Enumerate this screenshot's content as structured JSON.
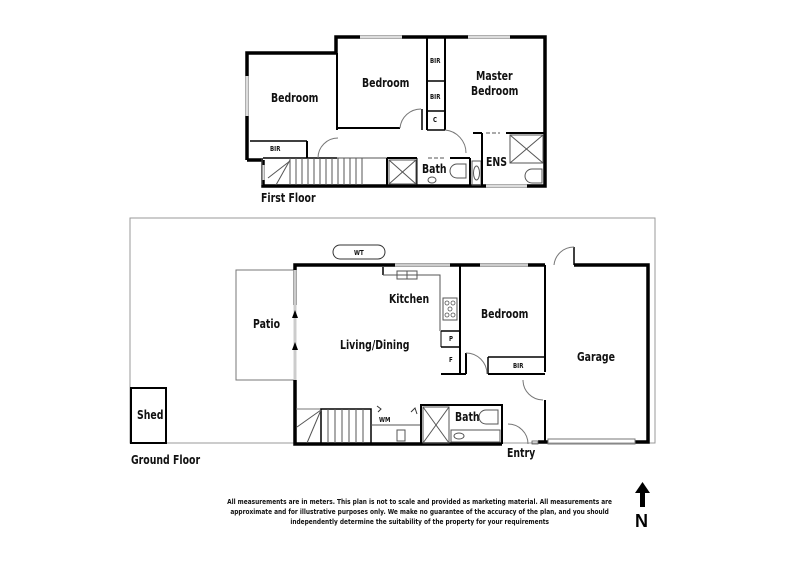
{
  "first_floor": {
    "title": "First Floor",
    "rooms": {
      "bedroom_left": "Bedroom",
      "bedroom_middle": "Bedroom",
      "master_bedroom_line1": "Master",
      "master_bedroom_line2": "Bedroom",
      "bir_left": "BIR",
      "bir_top": "BIR",
      "bir_mid": "BIR",
      "cupboard": "C",
      "bath": "Bath",
      "ensuite": "ENS"
    }
  },
  "ground_floor": {
    "title": "Ground Floor",
    "rooms": {
      "patio": "Patio",
      "living_dining": "Living/Dining",
      "kitchen": "Kitchen",
      "bedroom": "Bedroom",
      "bir": "BIR",
      "pantry": "P",
      "fridge": "F",
      "garage": "Garage",
      "bath": "Bath",
      "laundry_wm": "WM",
      "shed": "Shed",
      "entry": "Entry",
      "water_tank": "WT"
    }
  },
  "disclaimer": {
    "line1": "All measurements are in meters. This plan is not to scale and provided as marketing material. All measurements are",
    "line2": "approximate and for illustrative purposes only. We make no guarantee of the accuracy of the plan, and you should",
    "line3": "independently determine the suitability of the property for your requirements"
  },
  "compass": {
    "icon": "north-arrow-icon",
    "label": "N"
  },
  "colors": {
    "wall": "#000000",
    "thin_line": "#555555",
    "window": "#cccccc",
    "boundary": "#999999"
  }
}
